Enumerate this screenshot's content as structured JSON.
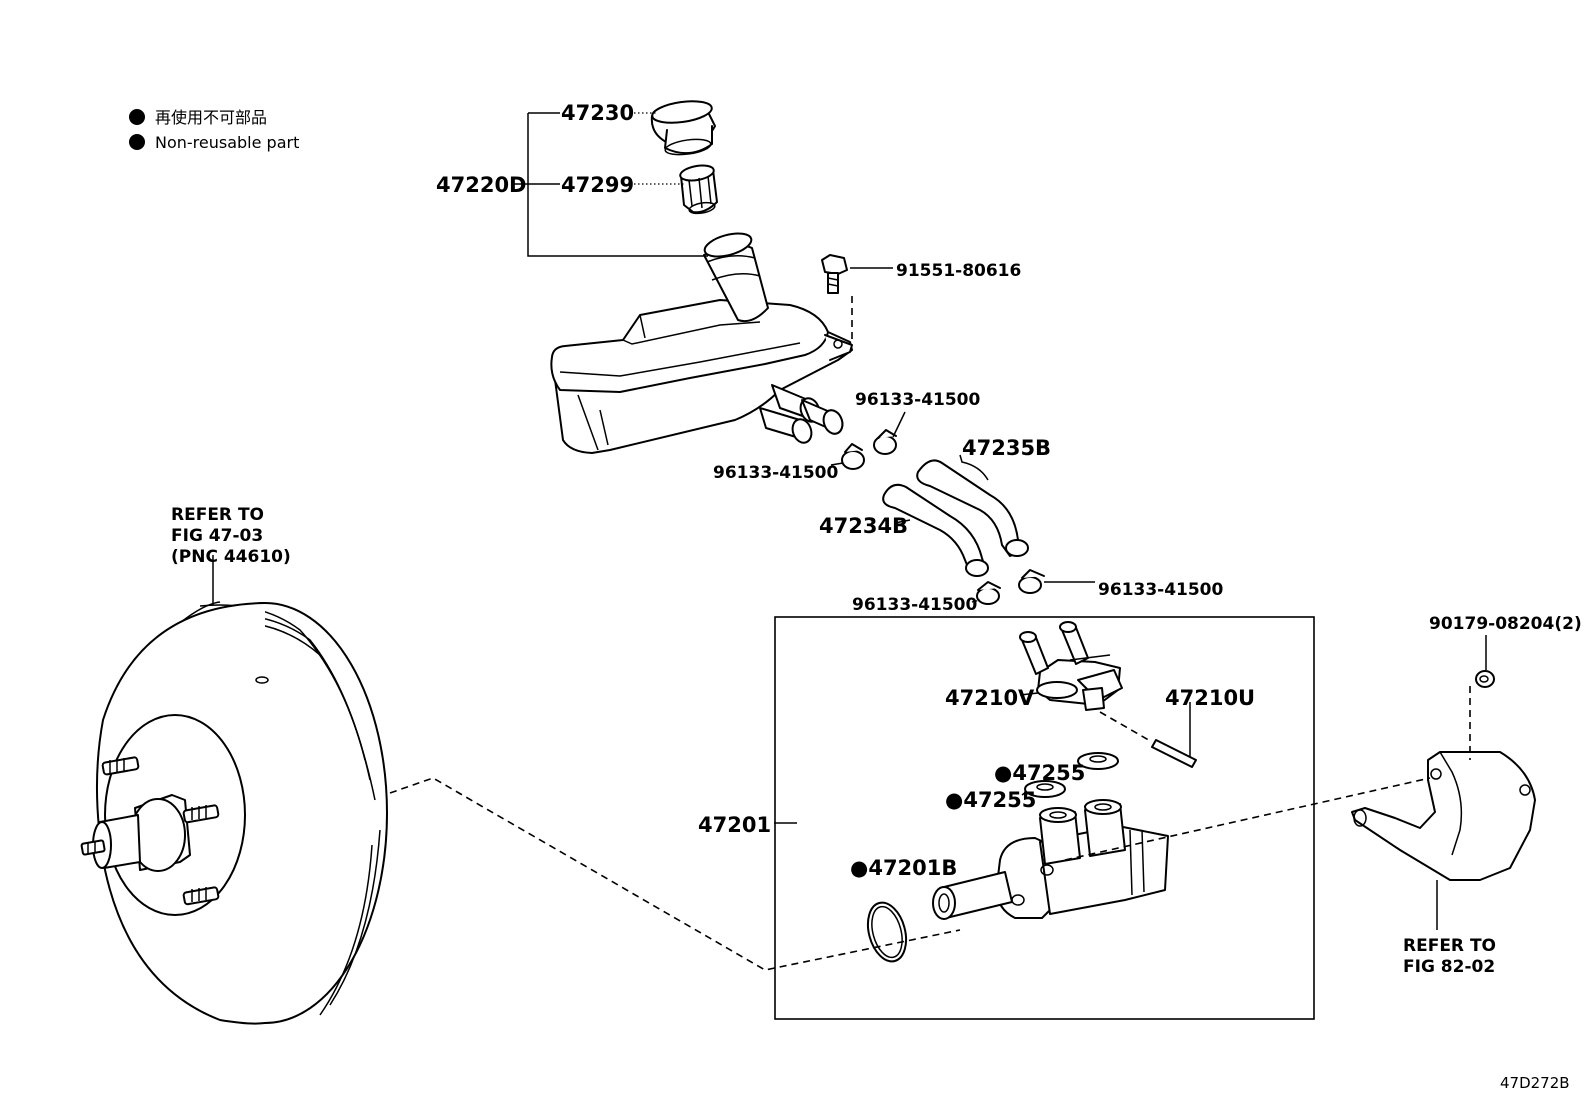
{
  "legend": [
    {
      "marker": "●",
      "text": "再使用不可部品"
    },
    {
      "marker": "●",
      "text": "Non-reusable part"
    }
  ],
  "labels": {
    "p47230": "47230",
    "p47299": "47299",
    "p47220D": "47220D",
    "p91551": "91551-80616",
    "clip_a": "96133-41500",
    "clip_b": "96133-41500",
    "p47235B": "47235B",
    "p47234B": "47234B",
    "clip_c": "96133-41500",
    "clip_d": "96133-41500",
    "p90179": "90179-08204(2)",
    "p47210V": "47210V",
    "p47210U": "47210U",
    "p47255a": "47255",
    "p47255b": "47255",
    "p47201": "47201",
    "p47201B": "47201B"
  },
  "refs": {
    "booster": [
      "REFER TO",
      "FIG 47-03",
      "(PNC 44610)"
    ],
    "bracket": [
      "REFER TO",
      "FIG 82-02"
    ]
  },
  "non_reusable_marker": "●",
  "figure_code": "47D272B"
}
